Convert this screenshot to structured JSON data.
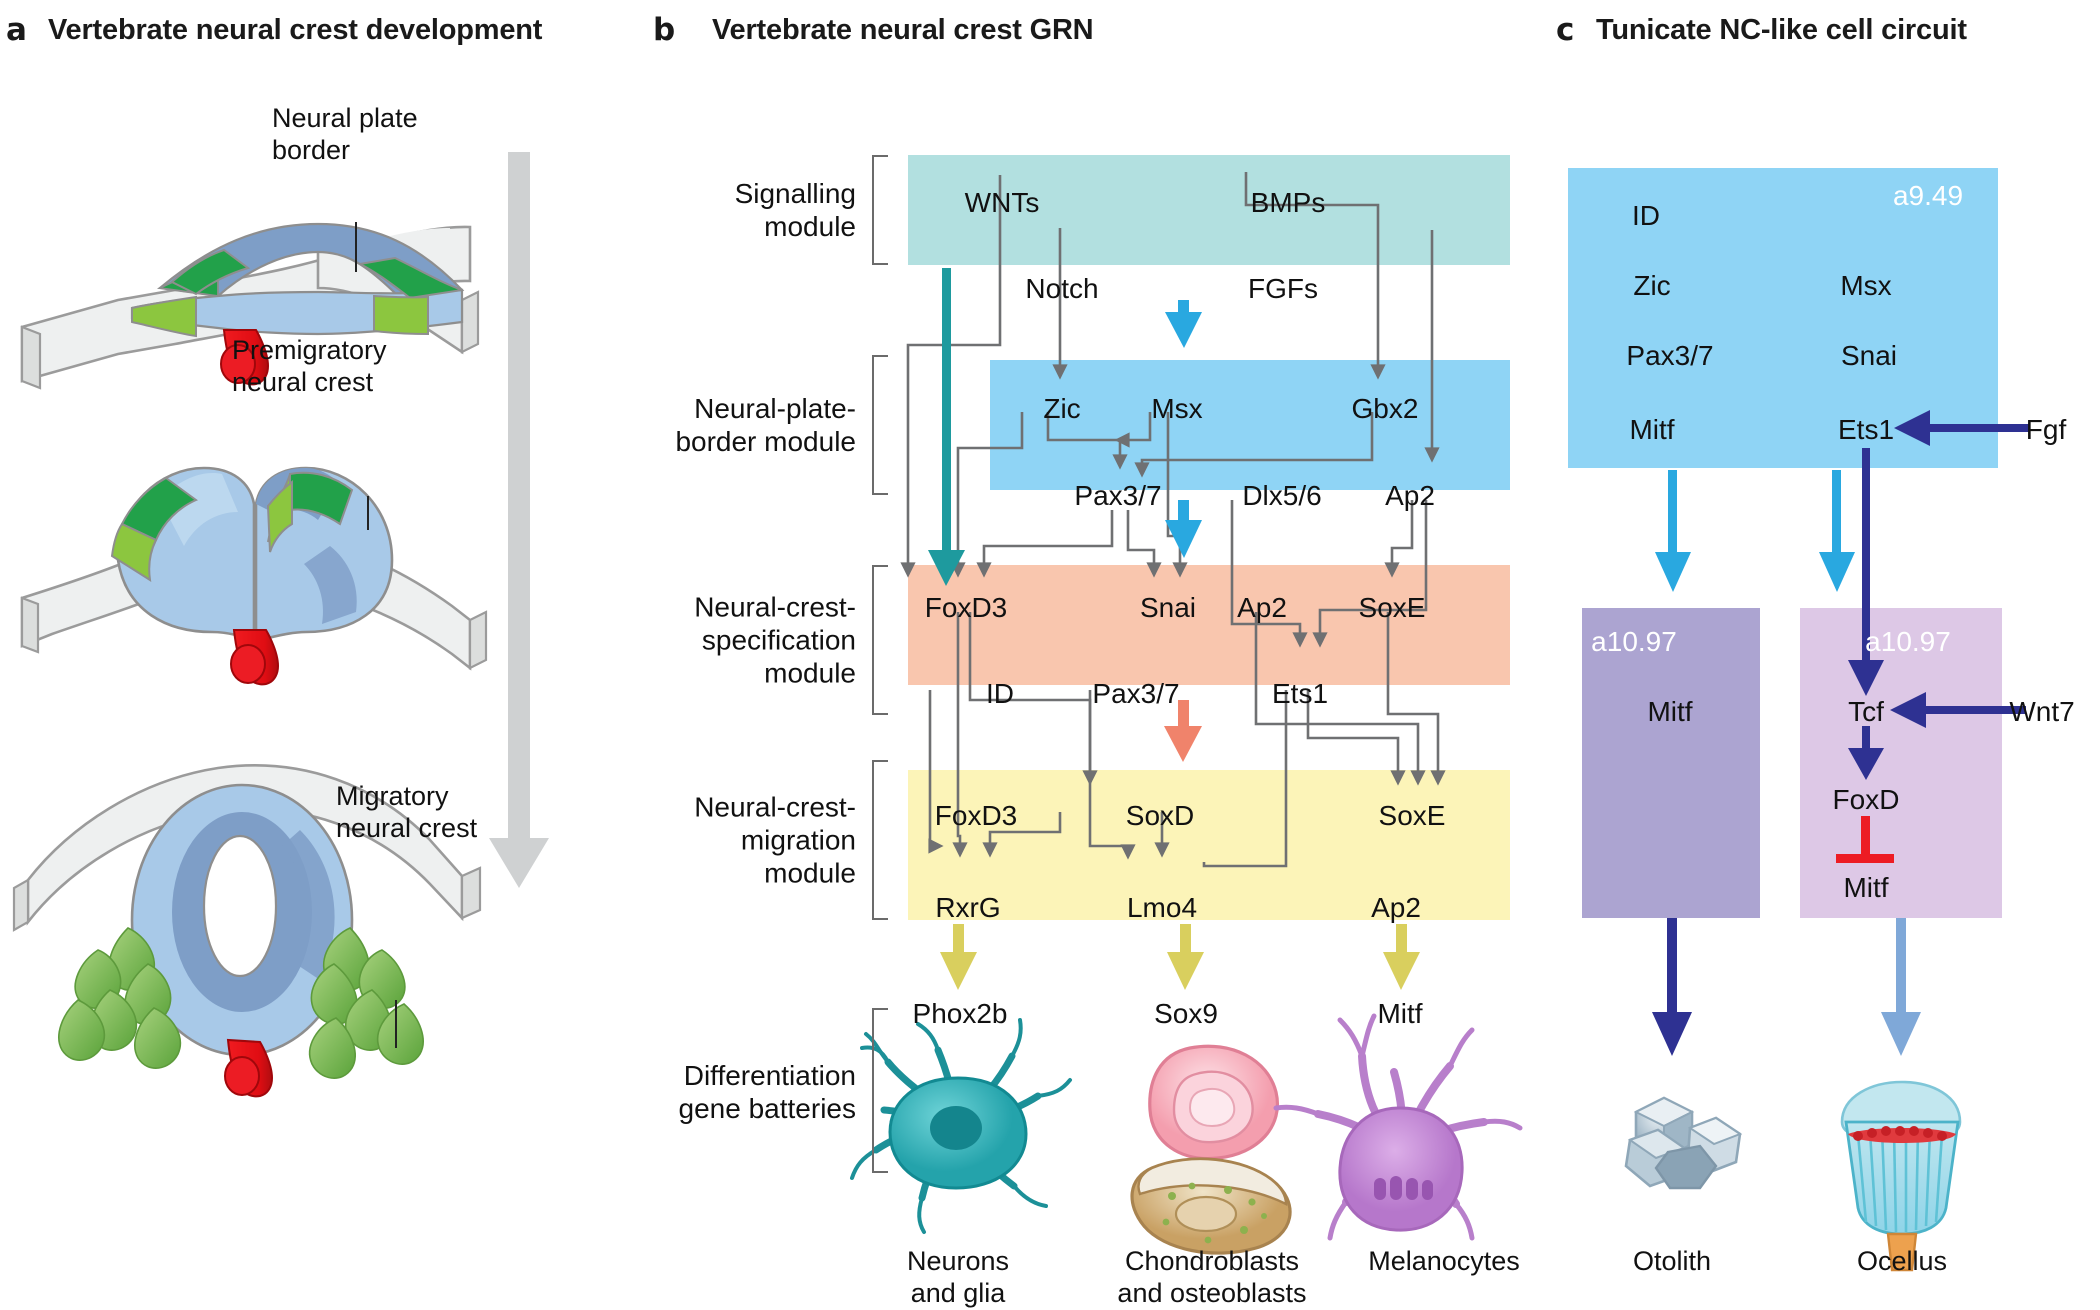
{
  "figure": {
    "panels": [
      {
        "letter": "a",
        "title": "Vertebrate neural crest development"
      },
      {
        "letter": "b",
        "title": "Vertebrate neural crest GRN"
      },
      {
        "letter": "c",
        "title": "Tunicate NC-like cell circuit"
      }
    ]
  },
  "panel_a": {
    "callouts": [
      {
        "text": "Neural plate\nborder"
      },
      {
        "text": "Premigratory\nneural crest"
      },
      {
        "text": "Migratory\nneural crest"
      }
    ],
    "arrow_name": "developmental-time-arrow",
    "colors": {
      "neural_plate": "#a8c9e8",
      "neural_plate_dark": "#7e9ec7",
      "border_dark_green": "#22a14a",
      "border_light_green": "#8cc63f",
      "ectoderm": "#eef0f0",
      "notochord": "#e8151b",
      "time_arrow": "#cfd1d2"
    }
  },
  "panel_b": {
    "modules": [
      {
        "id": "signalling",
        "label": "Signalling\nmodule",
        "color": "#b2e0e0",
        "genes": [
          "WNTs",
          "BMPs",
          "Notch",
          "FGFs"
        ]
      },
      {
        "id": "npb",
        "label": "Neural-plate-\nborder module",
        "color": "#8fd4f5",
        "genes": [
          "Zic",
          "Msx",
          "Gbx2",
          "Pax3/7",
          "Dlx5/6",
          "Ap2"
        ]
      },
      {
        "id": "spec",
        "label": "Neural-crest-\nspecification\nmodule",
        "color": "#f9c6ae",
        "genes": [
          "FoxD3",
          "Snai",
          "Ap2",
          "SoxE",
          "ID",
          "Pax3/7",
          "Ets1"
        ]
      },
      {
        "id": "migration",
        "label": "Neural-crest-\nmigration\nmodule",
        "color": "#fcf4b8",
        "genes": [
          "FoxD3",
          "SoxD",
          "SoxE",
          "RxrG",
          "Lmo4",
          "Ap2"
        ]
      },
      {
        "id": "diff",
        "label": "Differentiation\ngene batteries",
        "color": "#ffffff",
        "genes": [
          "Phox2b",
          "Sox9",
          "Mitf"
        ]
      }
    ],
    "cell_types": [
      {
        "name": "Neurons\nand glia",
        "icon": "neuron-cell-icon",
        "color": "#2fb3b8"
      },
      {
        "name": "Chondroblasts\nand osteoblasts",
        "icon": "chondroblast-osteoblast-icon",
        "color": "#f6a7b5"
      },
      {
        "name": "Melanocytes",
        "icon": "melanocyte-cell-icon",
        "color": "#c08ad0"
      }
    ],
    "colors": {
      "wire": "#6f7072",
      "teal_arrow": "#1e9a9e",
      "blue_arrow": "#29a8e0",
      "salmon_arrow": "#f0836b",
      "yellow_arrow": "#d9cf5e"
    }
  },
  "panel_c": {
    "cells": [
      {
        "id": "a949",
        "stage_label": "a9.49",
        "color": "#8fd4f5",
        "genes": [
          "ID",
          "Msx",
          "Zic",
          "Snai",
          "Pax3/7",
          "Mitf",
          "Ets1"
        ]
      },
      {
        "id": "a1097-left",
        "stage_label": "a10.97",
        "color": "#aca4d1",
        "genes": [
          "Mitf"
        ]
      },
      {
        "id": "a1097-right",
        "stage_label": "a10.97",
        "color": "#ddc8e6",
        "genes": [
          "Tcf",
          "FoxD",
          "Mitf"
        ]
      }
    ],
    "external_signals": [
      "Fgf",
      "Wnt7"
    ],
    "outcomes": [
      {
        "name": "Otolith",
        "icon": "otolith-icon"
      },
      {
        "name": "Ocellus",
        "icon": "ocellus-icon"
      }
    ],
    "colors": {
      "dark_blue_arrow": "#2e3192",
      "light_blue_arrow": "#29a8e0",
      "pale_blue_arrow": "#7fa8d8",
      "repression_red": "#ed1c24"
    }
  }
}
